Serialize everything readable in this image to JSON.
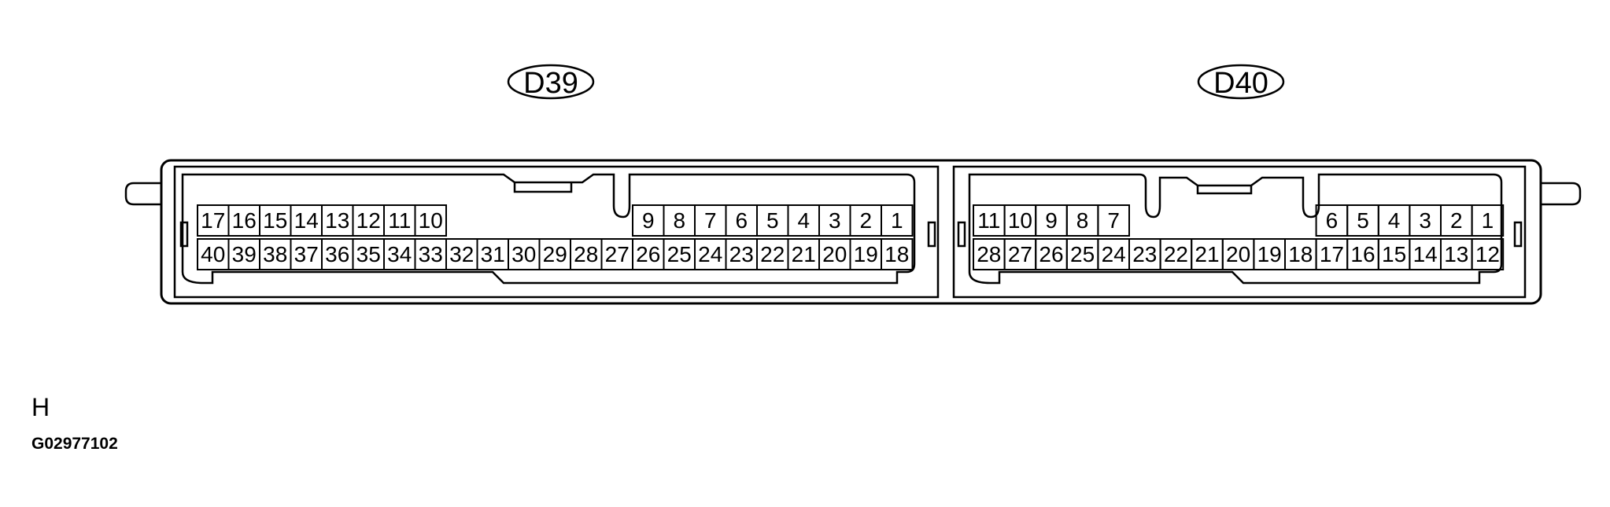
{
  "connectors": [
    {
      "id": "D39",
      "label": "D39",
      "top_row": [
        "17",
        "16",
        "15",
        "14",
        "13",
        "12",
        "11",
        "10",
        "",
        "",
        "",
        "",
        "",
        "",
        "9",
        "8",
        "7",
        "6",
        "5",
        "4",
        "3",
        "2",
        "1"
      ],
      "bottom_row": [
        "40",
        "39",
        "38",
        "37",
        "36",
        "35",
        "34",
        "33",
        "32",
        "31",
        "30",
        "29",
        "28",
        "27",
        "26",
        "25",
        "24",
        "23",
        "22",
        "21",
        "20",
        "19",
        "18"
      ]
    },
    {
      "id": "D40",
      "label": "D40",
      "top_row": [
        "11",
        "10",
        "9",
        "8",
        "7",
        "",
        "",
        "",
        "",
        "",
        "",
        "6",
        "5",
        "4",
        "3",
        "2",
        "1"
      ],
      "bottom_row": [
        "28",
        "27",
        "26",
        "25",
        "24",
        "23",
        "22",
        "21",
        "20",
        "19",
        "18",
        "17",
        "16",
        "15",
        "14",
        "13",
        "12"
      ]
    }
  ],
  "footer": {
    "letter": "H",
    "code": "G02977102"
  }
}
